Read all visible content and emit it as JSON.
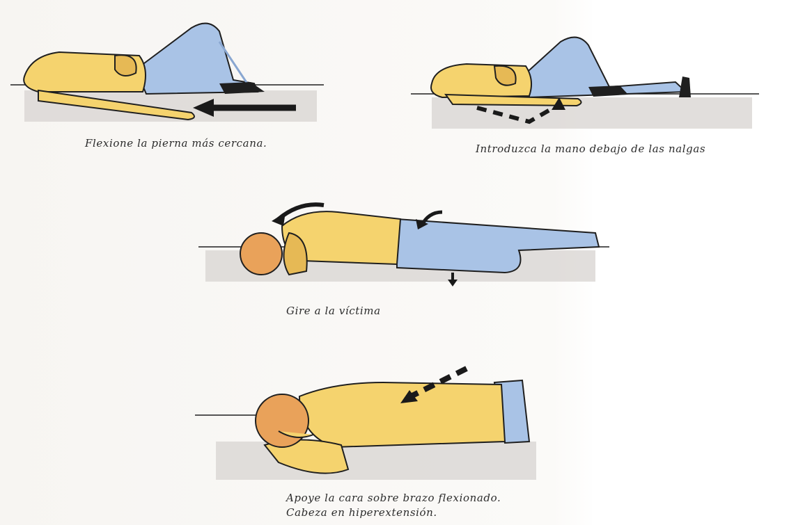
{
  "steps": [
    {
      "caption": "Flexione la pierna más cercana."
    },
    {
      "caption": "Introduzca la mano debajo de las nalgas"
    },
    {
      "caption": "Gire a la víctima"
    },
    {
      "caption": "Apoye la cara sobre brazo flexionado.",
      "caption_line2": "Cabeza en hiperextensión."
    }
  ],
  "colors": {
    "skin": "#f5d36e",
    "skin_shadow": "#e6b955",
    "clothes": "#a9c3e6",
    "clothes_shadow": "#8aa7d1",
    "hair": "#e9a25a",
    "ground": "#d9d6d3",
    "ink": "#1f1f1f",
    "arrow": "#1a1a1a"
  }
}
